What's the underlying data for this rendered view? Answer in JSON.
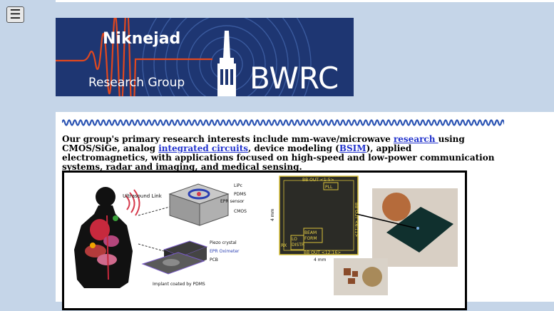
{
  "menu": {
    "icon": "hamburger-menu-icon",
    "glyph": "☰"
  },
  "banner": {
    "group_name_line1": "Niknejad",
    "group_name_line2": "Research Group",
    "lab_name": "BWRC",
    "colors": {
      "background": "#1e3672",
      "wave": "#e2481e",
      "text": "#ffffff"
    }
  },
  "intro": {
    "text1": "Our group's primary research interests include mm-wave/microwave ",
    "link_research": "research ",
    "text2": "using CMOS/SiGe, analog ",
    "link_ic": "integrated circuits",
    "text3": ", device modeling (",
    "link_bsim": "BSIM",
    "text4": "), applied electromagnetics, with applications focused on high-speed and low-power communication systems, radar and imaging, and medical sensing."
  },
  "figure": {
    "ultrasound_label": "Ultrasound Link",
    "stack_labels": [
      "LiPc",
      "PDMS",
      "EPR sensor",
      "CMOS"
    ],
    "piezo_label": "Piezo crystal",
    "epr_label": "EPR Oximeter",
    "pcb_label": "PCB",
    "implant_label": "Implant coated by PDMS",
    "chip_labels": {
      "bb_out_top": "BB OUT <1:5>",
      "pll": "PLL",
      "bb_out_right": "BB OUT <6:11>",
      "bb_out_bottom": "BB OUT <12:16>",
      "beam_form_1": "BEAM",
      "beam_form_2": "FORM",
      "lo_1": "LO",
      "lo_2": "DISTR",
      "rx": "RX",
      "dim_side": "4 mm",
      "dim_bottom": "4 mm"
    }
  }
}
